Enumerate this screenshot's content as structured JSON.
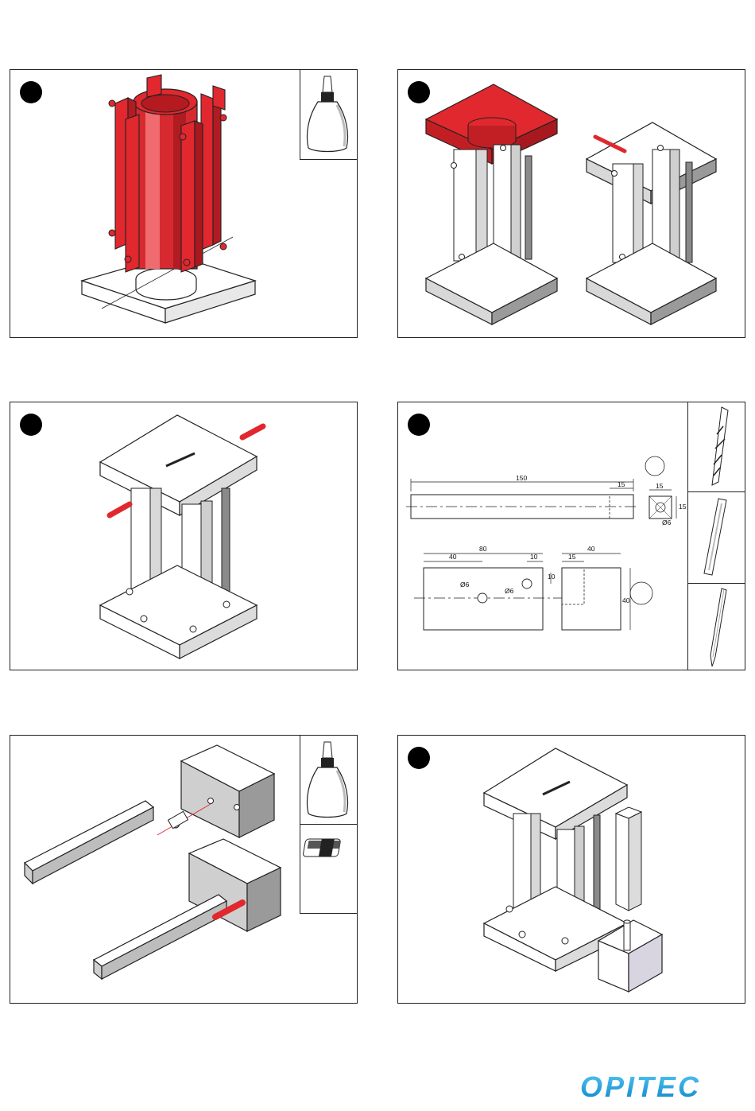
{
  "brand": {
    "name": "OPITEC",
    "color": "#1ea7e8"
  },
  "colors": {
    "highlight_red": "#e0282e",
    "outline": "#222222",
    "shade": "#cfcfcf",
    "dark_shade": "#8a8a8a"
  },
  "panels": [
    {
      "id": "step-1",
      "tools": [
        "glue-bottle-icon"
      ]
    },
    {
      "id": "step-2",
      "tools": []
    },
    {
      "id": "step-3",
      "tools": []
    },
    {
      "id": "step-4",
      "tools": [
        "drill-bit-icon",
        "file-icon",
        "pencil-icon"
      ]
    },
    {
      "id": "step-5",
      "tools": [
        "glue-bottle-icon",
        "sandpaper-icon"
      ]
    },
    {
      "id": "step-6",
      "tools": []
    }
  ],
  "dimensions": {
    "long_bar_length": "150",
    "long_bar_end": "15",
    "cross_section_width": "15",
    "cross_section_height": "15",
    "cross_section_hole": "Ø6",
    "block_length": "80",
    "block_hole1_pos": "40",
    "block_hole2_offset": "10",
    "block_hole2_vertical": "10",
    "block_hole1_dia": "Ø6",
    "block_hole2_dia": "Ø6",
    "end_block_width": "40",
    "end_block_groove": "15",
    "end_block_height": "40"
  }
}
